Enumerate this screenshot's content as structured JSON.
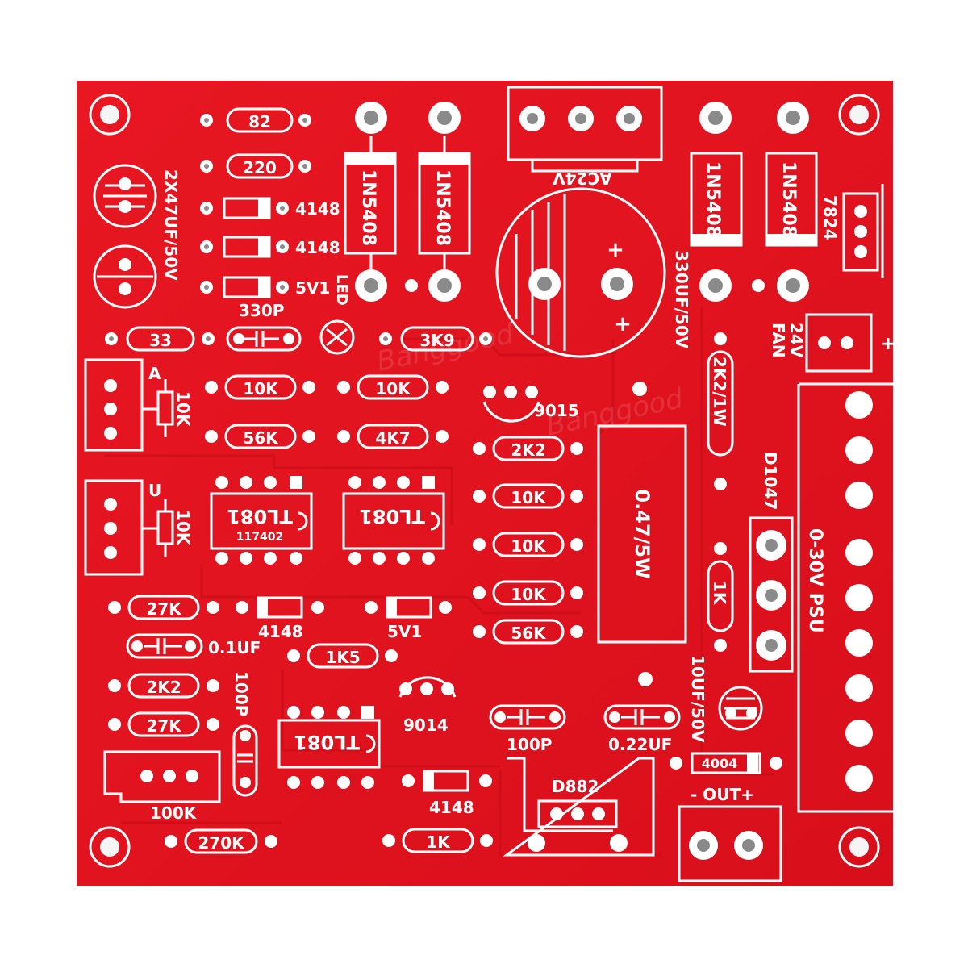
{
  "board": {
    "description_colors": {
      "board": "#e0101b",
      "silkscreen": "#ffffff",
      "pad": "#f2f2f2",
      "hole": "#8c8c8c"
    }
  },
  "labels": {
    "r82": "82",
    "r220": "220",
    "d4148a": "4148",
    "d4148b": "4148",
    "z5v1a": "5V1",
    "c2x47": "2X47UF/50V",
    "c330p": "330P",
    "led": "LED",
    "r33": "33",
    "r3k9": "3K9",
    "d1n5408a": "1N5408",
    "d1n5408b": "1N5408",
    "d1n5408c": "1N5408",
    "d1n5408d": "1N5408",
    "ac24v": "AC24V",
    "c330uf": "330UF/50V",
    "reg7824": "7824",
    "fan": "FAN",
    "fan24v": "24V",
    "potA": "A",
    "potA10k": "10K",
    "r10ka": "10K",
    "r10kb": "10K",
    "q9015": "9015",
    "r56ka": "56K",
    "r4k7": "4K7",
    "r2k2w": "2K2/1W",
    "r2k2a": "2K2",
    "potU": "U",
    "potU10k": "10K",
    "ic1": "TL081",
    "ic1code": "117402",
    "ic2": "TL081",
    "r10kc": "10K",
    "r10kd": "10K",
    "r10ke": "10K",
    "rshunt": "0.47/5W",
    "d1047": "D1047",
    "psu": "0-30V  PSU",
    "r1ka": "1K",
    "r27ka": "27K",
    "d4148c": "4148",
    "z5v1b": "5V1",
    "c01uf": "0.1UF",
    "r1k5": "1K5",
    "r56kb": "56K",
    "c10uf": "10UF/50V",
    "r2k2b": "2K2",
    "c100pa": "100P",
    "q9014": "9014",
    "r27kb": "27K",
    "ic3": "TL081",
    "c100pb": "100P",
    "c022uf": "0.22UF",
    "d4004": "4004",
    "pot100k": "100K",
    "d4148d": "4148",
    "d882": "D882",
    "out": "- OUT+",
    "r270k": "270K",
    "r1kb": "1K",
    "wm1": "Banggood",
    "wm2": "Banggood"
  },
  "chart_data": null
}
